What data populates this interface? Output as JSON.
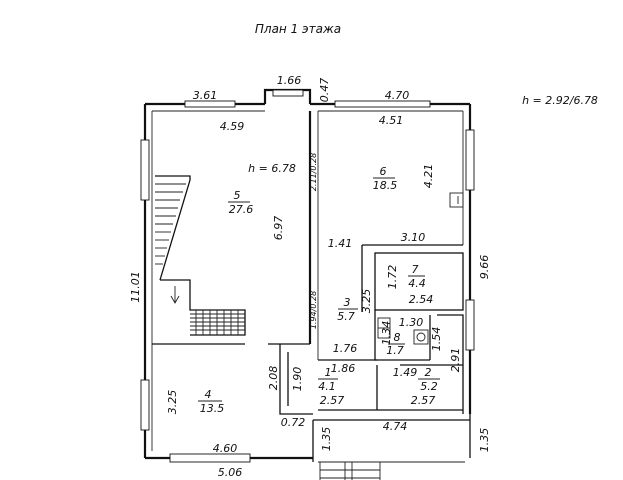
{
  "title": "План 1 этажа",
  "heights_note": "h = 2.92/6.78",
  "rooms": [
    {
      "number": "5",
      "area": "27.6",
      "height_note": "h = 6.78"
    },
    {
      "number": "6",
      "area": "18.5"
    },
    {
      "number": "7",
      "area": "4.4"
    },
    {
      "number": "3",
      "area": "5.7"
    },
    {
      "number": "8",
      "area": "1.7"
    },
    {
      "number": "4",
      "area": "13.5"
    },
    {
      "number": "1",
      "area": "4.1"
    },
    {
      "number": "2",
      "area": "5.2"
    }
  ],
  "dimensions": {
    "top_left": "3.61",
    "top_mid": "1.66",
    "top_small": "0.47",
    "top_right": "4.70",
    "r5_width": "4.59",
    "r6_width": "4.51",
    "r5_depth": "6.97",
    "r6_depth": "4.21",
    "wall_ratio_1": "2.11/0.28",
    "wall_ratio_2": "1.94/0.28",
    "overall_left": "11.01",
    "overall_right": "9.66",
    "corr_1": "1.41",
    "corr_2": "3.10",
    "r7_depth": "1.72",
    "r7_width": "2.54",
    "r3_depth": "3.25",
    "r8_a": "1.30",
    "r8_b": "1.34",
    "r8_c": "1.54",
    "r3_bottom": "1.76",
    "r2_depth": "2.91",
    "r4_top": "2.08",
    "r1_height": "1.90",
    "r1_top": "1.86",
    "r2_top": "1.49",
    "r4_depth": "3.25",
    "r1_bottom": "2.57",
    "r2_bottom": "2.57",
    "porch_gap": "0.72",
    "r4_width": "4.60",
    "porch_depth_l": "1.35",
    "porch_width": "4.74",
    "porch_depth_r": "1.35",
    "bottom_total": "5.06"
  }
}
